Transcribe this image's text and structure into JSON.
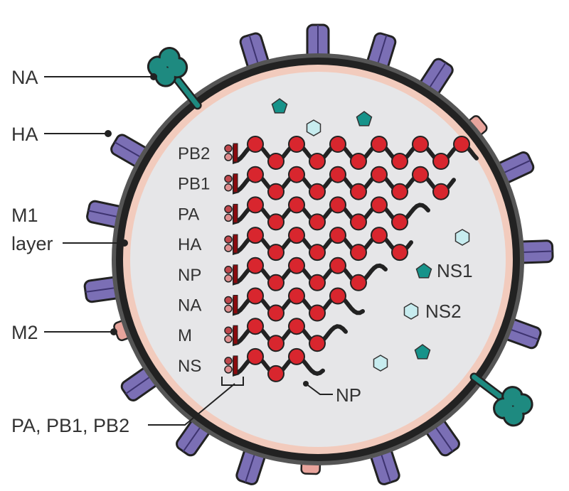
{
  "title": "Influenza virus structure",
  "outer_labels": {
    "na": "NA",
    "ha": "HA",
    "m1_line1": "M1",
    "m1_line2": "layer",
    "m2": "M2",
    "polymerase": "PA, PB1, PB2"
  },
  "segments": [
    {
      "label": "PB2",
      "length": 1.0
    },
    {
      "label": "PB1",
      "length": 0.91
    },
    {
      "label": "PA",
      "length": 0.81
    },
    {
      "label": "HA",
      "length": 0.74
    },
    {
      "label": "NP",
      "length": 0.63
    },
    {
      "label": "NA",
      "length": 0.53
    },
    {
      "label": "M",
      "length": 0.46
    },
    {
      "label": "NS",
      "length": 0.37
    }
  ],
  "inner_labels": {
    "np": "NP",
    "ns1": "NS1",
    "ns2": "NS2"
  },
  "colors": {
    "ha": "#7b6fb5",
    "na": "#1e8a80",
    "m2": "#e8a49c",
    "membrane": "#2b2b2b",
    "m1": "#f2cbbd",
    "interior": "#e6e6e8",
    "np": "#d8262e",
    "polymerase": "#8b0a0e",
    "ns1": "#17938a",
    "ns2": "#c7ecef"
  }
}
